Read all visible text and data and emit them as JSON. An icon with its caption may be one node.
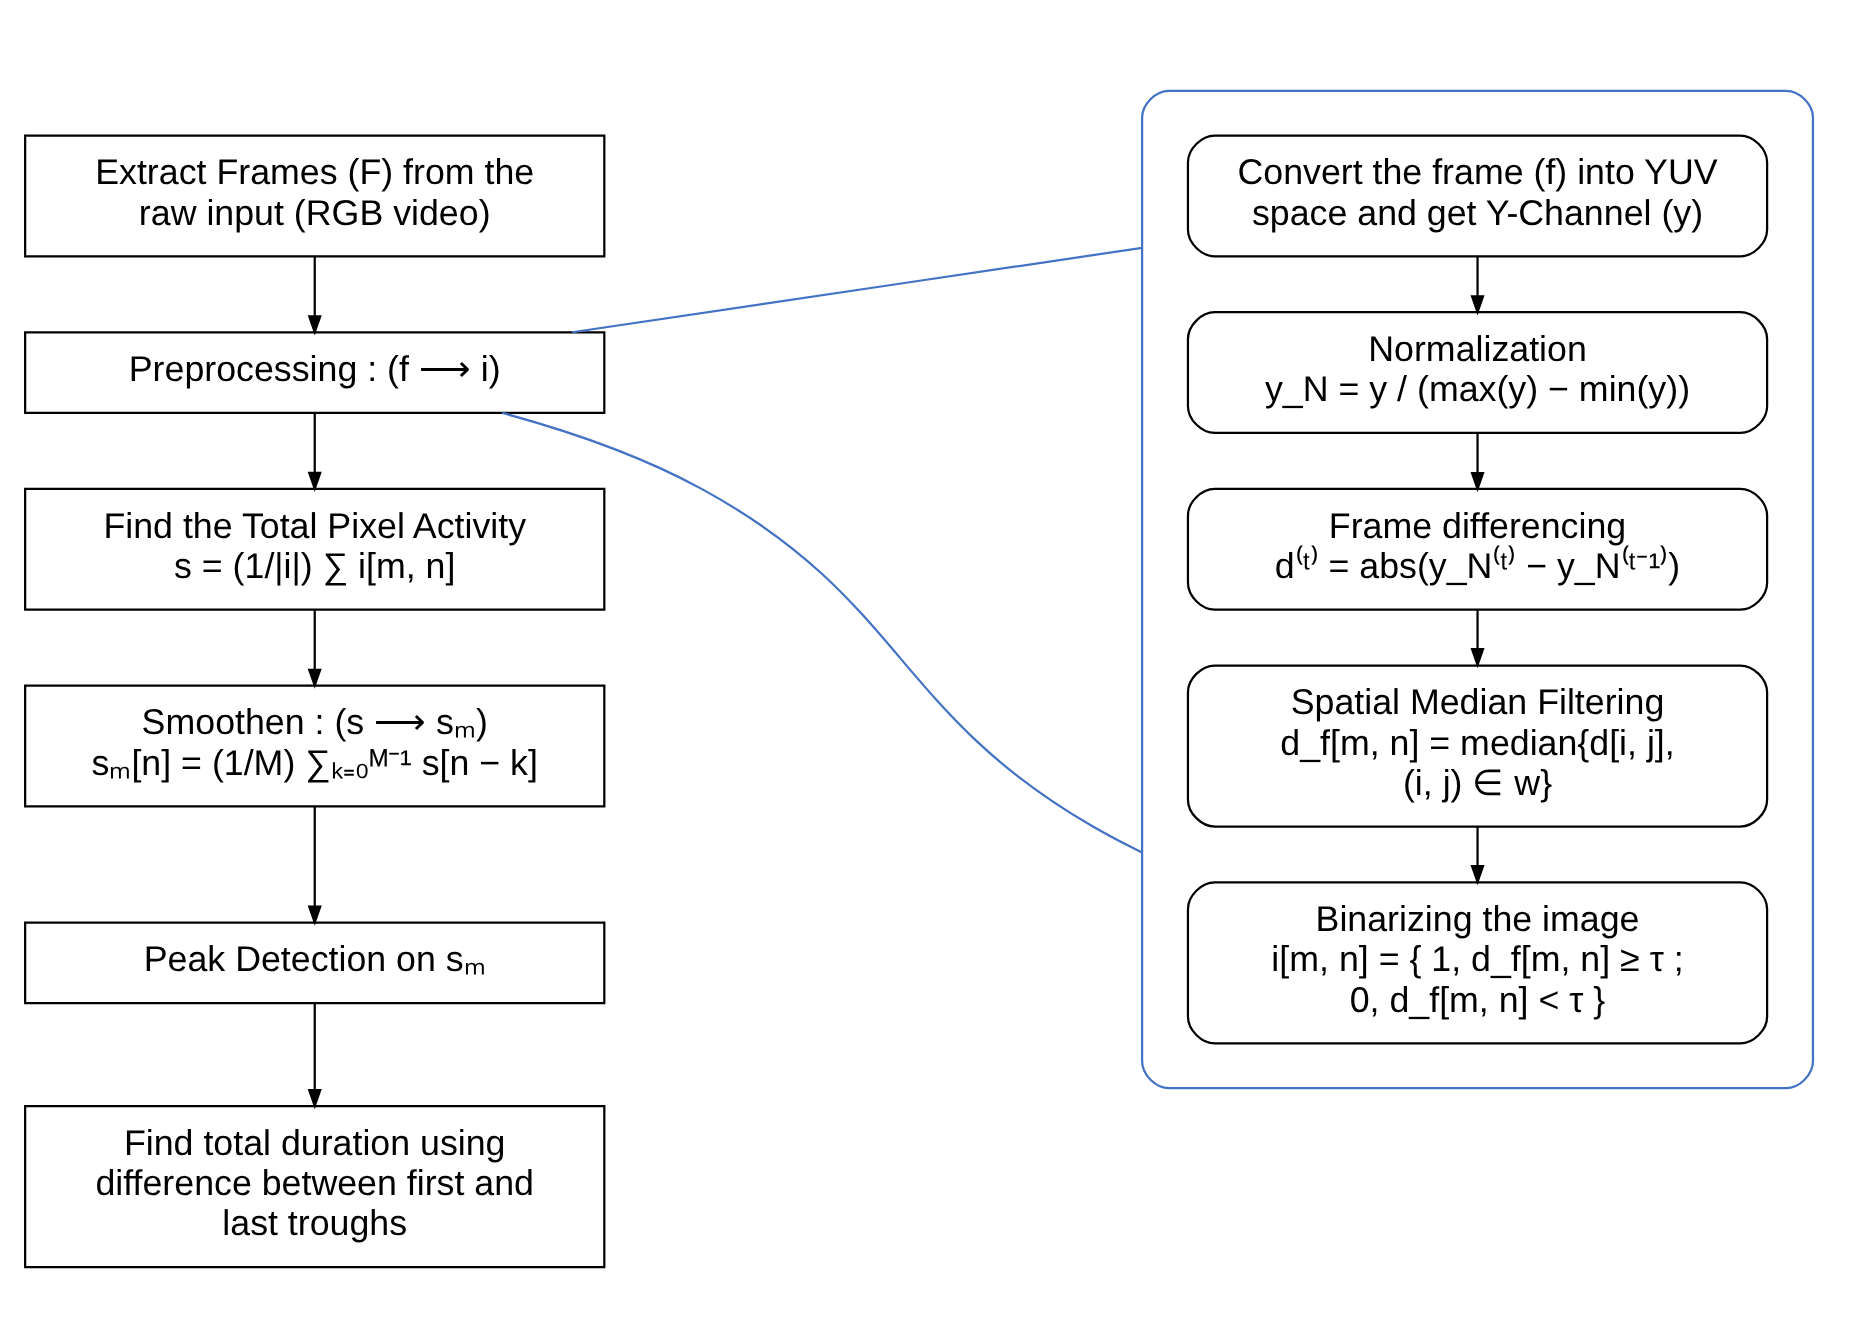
{
  "diagram": {
    "nodes": [
      {
        "text": [
          "Extract Frames (F) from the raw input (RGB video)"
        ]
      },
      {
        "text": [
          "Preprocessing : (f ⟶ i)"
        ]
      },
      {
        "text": [
          "Find the Total Pixel Activity",
          "s = (1/|i|) ∑ i[m, n]"
        ]
      },
      {
        "text": [
          "Smoothen : (s ⟶ sₘ)",
          "sₘ[n] = (1/M) ∑ₖ₌₀ᴹ⁻¹ s[n − k]"
        ]
      },
      {
        "text": [
          "Peak Detection on sₘ"
        ]
      },
      {
        "text": [
          "Find total duration using difference between first and last troughs"
        ]
      },
      {
        "text": [],
        "shape": "box"
      },
      {
        "text": [
          "Convert the frame (f) into YUV space and get Y-Channel (y)"
        ],
        "in": 6
      },
      {
        "text": [
          "Normalization",
          "y_N = y / (max(y) − min(y))"
        ],
        "in": 6
      },
      {
        "text": [
          "Frame differencing",
          "d⁽ᵗ⁾ = abs(y_N⁽ᵗ⁾ − y_N⁽ᵗ⁻¹⁾)"
        ],
        "in": 6
      },
      {
        "text": [
          "Spatial Median Filtering",
          "d_f[m, n] = median{d[i, j], (i, j) ∈ w}"
        ],
        "in": 6
      },
      {
        "text": [
          "Binarizing the image",
          "i[m, n] = { 1, d_f[m, n] ≥ τ ; 0, d_f[m, n] < τ }"
        ],
        "in": 6
      }
    ],
    "edges": [
      {
        "from": 0,
        "to": 1,
        "arrow": "to"
      },
      {
        "from": 1,
        "to": 2,
        "arrow": "to"
      },
      {
        "from": 2,
        "to": 3,
        "arrow": "to"
      },
      {
        "from": 3,
        "to": 4,
        "arrow": "to"
      },
      {
        "from": 4,
        "to": 5,
        "arrow": "to"
      },
      {
        "from": 7,
        "to": 8,
        "arrow": "to"
      },
      {
        "from": 8,
        "to": 9,
        "arrow": "to"
      },
      {
        "from": 9,
        "to": 10,
        "arrow": "to"
      },
      {
        "from": 10,
        "to": 11,
        "arrow": "to"
      },
      {
        "from": 1,
        "to": 6,
        "arrow": "none",
        "color": "#4472c4"
      },
      {
        "from": 1,
        "to": 6,
        "arrow": "none",
        "color": "#4472c4"
      }
    ]
  }
}
